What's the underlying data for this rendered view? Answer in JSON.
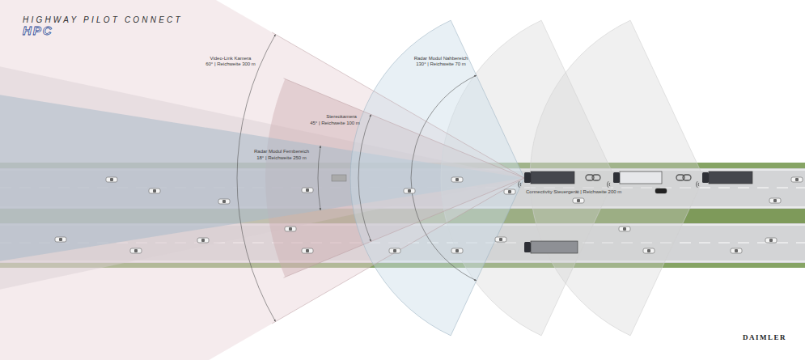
{
  "diagram": {
    "title": "HIGHWAY PILOT CONNECT",
    "labels": [
      "HPC",
      "Video-Link Kamera",
      "60° | Reichweite 300 m",
      "Radar Modul Nahbereich",
      "130° | Reichweite 70 m",
      "Stereokamera",
      "45° | Reichweite 100 m",
      "Radar Modul Fernbereich",
      "18° | Reichweite 250 m",
      "Connectivity Steuergerät | Reichweite 200 m",
      "DAIMLER"
    ]
  }
}
